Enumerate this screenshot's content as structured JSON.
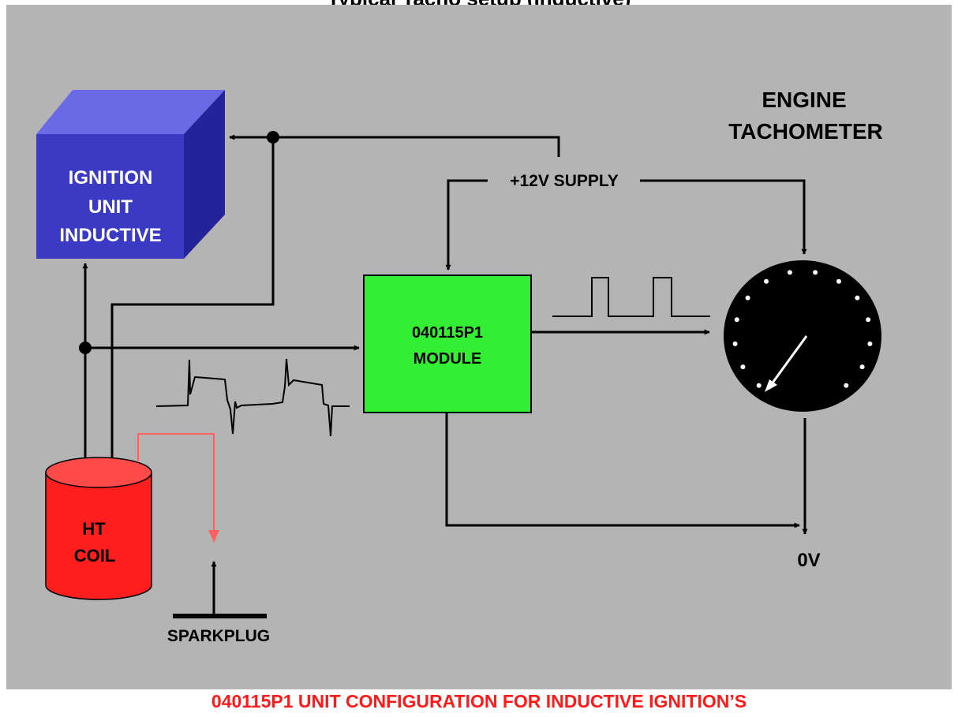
{
  "title": "Typical Tacho setup (Inductive)",
  "caption": "040115P1 UNIT CONFIGURATION FOR INDUCTIVE IGNITION’S",
  "colors": {
    "background": "#b4b4b4",
    "ignition_unit": "#3a3ac4",
    "module": "#33ee33",
    "ht_coil": "#ff1e1e",
    "spark_feed": "#ff6060",
    "caption": "#ff1a1a",
    "tachometer": "#000000"
  },
  "nodes": {
    "ignition_unit": {
      "line1": "IGNITION",
      "line2": "UNIT",
      "line3": "INDUCTIVE",
      "icon": "cube-icon"
    },
    "module": {
      "line1": "040115P1",
      "line2": "MODULE"
    },
    "ht_coil": {
      "line1": "HT",
      "line2": "COIL",
      "icon": "cylinder-icon"
    },
    "tachometer": {
      "line1": "ENGINE",
      "line2": "TACHOMETER",
      "icon": "gauge-icon"
    },
    "sparkplug": {
      "label": "SPARKPLUG"
    },
    "supply": {
      "label": "+12V SUPPLY"
    },
    "ground": {
      "label": "0V"
    }
  }
}
